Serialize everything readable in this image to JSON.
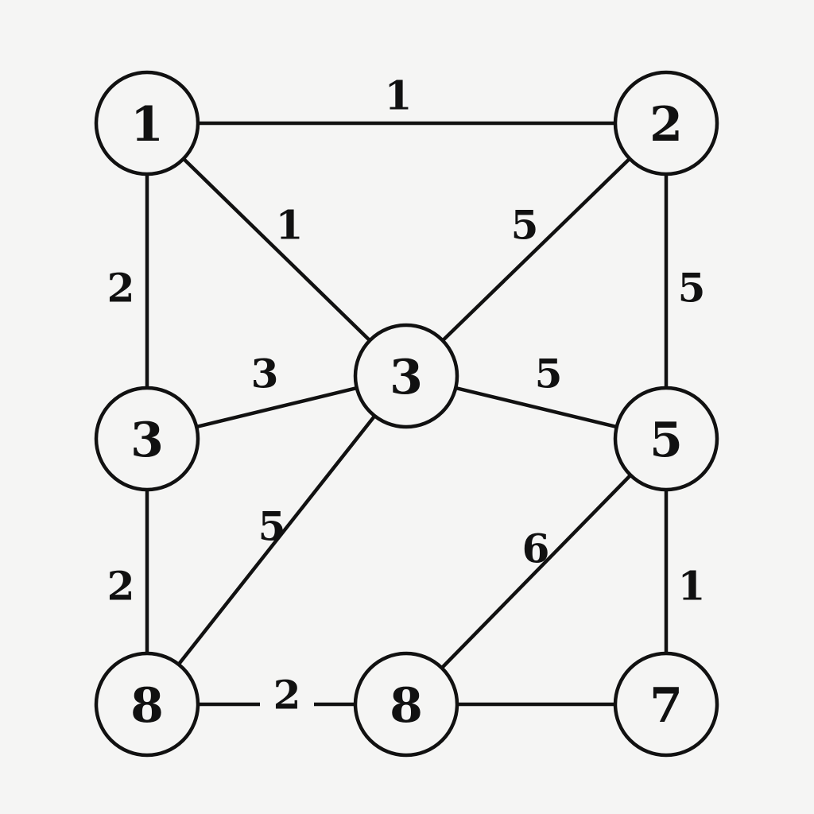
{
  "graph": {
    "nodes": [
      {
        "id": "n1",
        "label": "1"
      },
      {
        "id": "n2",
        "label": "2"
      },
      {
        "id": "n3_left",
        "label": "3"
      },
      {
        "id": "n3_center",
        "label": "3"
      },
      {
        "id": "n5",
        "label": "5"
      },
      {
        "id": "n8_left",
        "label": "8"
      },
      {
        "id": "n8_mid",
        "label": "8"
      },
      {
        "id": "n7",
        "label": "7"
      }
    ],
    "edges": [
      {
        "id": "e1",
        "from": "n1",
        "to": "n2",
        "weight": "1"
      },
      {
        "id": "e2",
        "from": "n1",
        "to": "n3_center",
        "weight": "1"
      },
      {
        "id": "e3",
        "from": "n1",
        "to": "n3_left",
        "weight": "2"
      },
      {
        "id": "e4",
        "from": "n2",
        "to": "n3_center",
        "weight": "5"
      },
      {
        "id": "e5",
        "from": "n2",
        "to": "n5",
        "weight": "5"
      },
      {
        "id": "e6",
        "from": "n3_left",
        "to": "n3_center",
        "weight": "3"
      },
      {
        "id": "e7",
        "from": "n3_center",
        "to": "n5",
        "weight": "5"
      },
      {
        "id": "e8",
        "from": "n3_left",
        "to": "n8_left",
        "weight": "2"
      },
      {
        "id": "e9",
        "from": "n3_center",
        "to": "n8_left",
        "weight": "5"
      },
      {
        "id": "e10",
        "from": "n5",
        "to": "n8_mid",
        "weight": "6"
      },
      {
        "id": "e11",
        "from": "n5",
        "to": "n7",
        "weight": "1"
      },
      {
        "id": "e12",
        "from": "n8_left",
        "to": "n8_mid",
        "weight": "2"
      },
      {
        "id": "e13",
        "from": "n8_mid",
        "to": "n7",
        "weight": ""
      }
    ]
  }
}
